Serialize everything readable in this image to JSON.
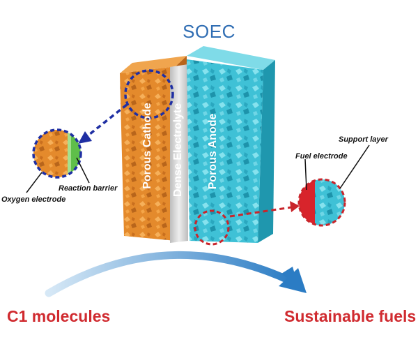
{
  "title": "SOEC",
  "layers": {
    "cathode": "Porous Cathode",
    "electrolyte": "Dense Electrolyte",
    "anode": "Porous Anode"
  },
  "callouts": {
    "oxygen_electrode": "Oxygen electrode",
    "reaction_barrier": "Reaction barrier",
    "fuel_electrode": "Fuel electrode",
    "support_layer": "Support layer"
  },
  "flow": {
    "input": "C1 molecules",
    "output": "Sustainable fuels"
  },
  "colors": {
    "title": "#2f6db3",
    "flow_text": "#d02a2f",
    "cathode": "#e48a2c",
    "electrolyte": "#d9d9d9",
    "anode": "#3fc1d6",
    "barrier": "#5fbf4a",
    "fuel_electrode": "#d8242b",
    "dashed_blue": "#1f2fa3",
    "dashed_red": "#c9252b",
    "arrow": "#2b7cc4"
  }
}
